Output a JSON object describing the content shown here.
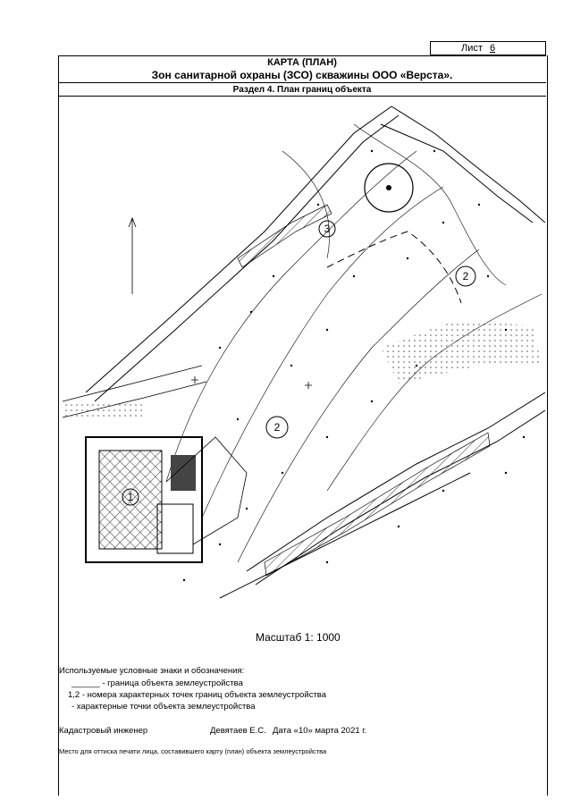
{
  "sheet": {
    "label": "Лист",
    "number": "6"
  },
  "header": {
    "title": "КАРТА (ПЛАН)",
    "subtitle": "Зон санитарной охраны (ЗСО) скважины ООО «Верста».",
    "section": "Раздел 4. План границ объекта"
  },
  "map": {
    "zone_labels": [
      "1",
      "2",
      "2",
      "3"
    ]
  },
  "scale_text": "Масштаб 1: 1000",
  "legend": {
    "heading": "Используемые условные знаки и обозначения:",
    "items": [
      "______ - граница объекта землеустройства",
      "1,2 - номера характерных точек границ объекта землеустройства",
      "- характерные точки объекта землеустройства"
    ]
  },
  "signature": {
    "role": "Кадастровый инженер",
    "name": "Девятаев Е.С.",
    "date": "Дата «10» марта 2021 г."
  },
  "footer_note": "Место для оттиска печати лица, составившего карту (план) объекта землеустройства",
  "colors": {
    "ink": "#000000",
    "paper": "#ffffff",
    "hatch": "#333333"
  }
}
